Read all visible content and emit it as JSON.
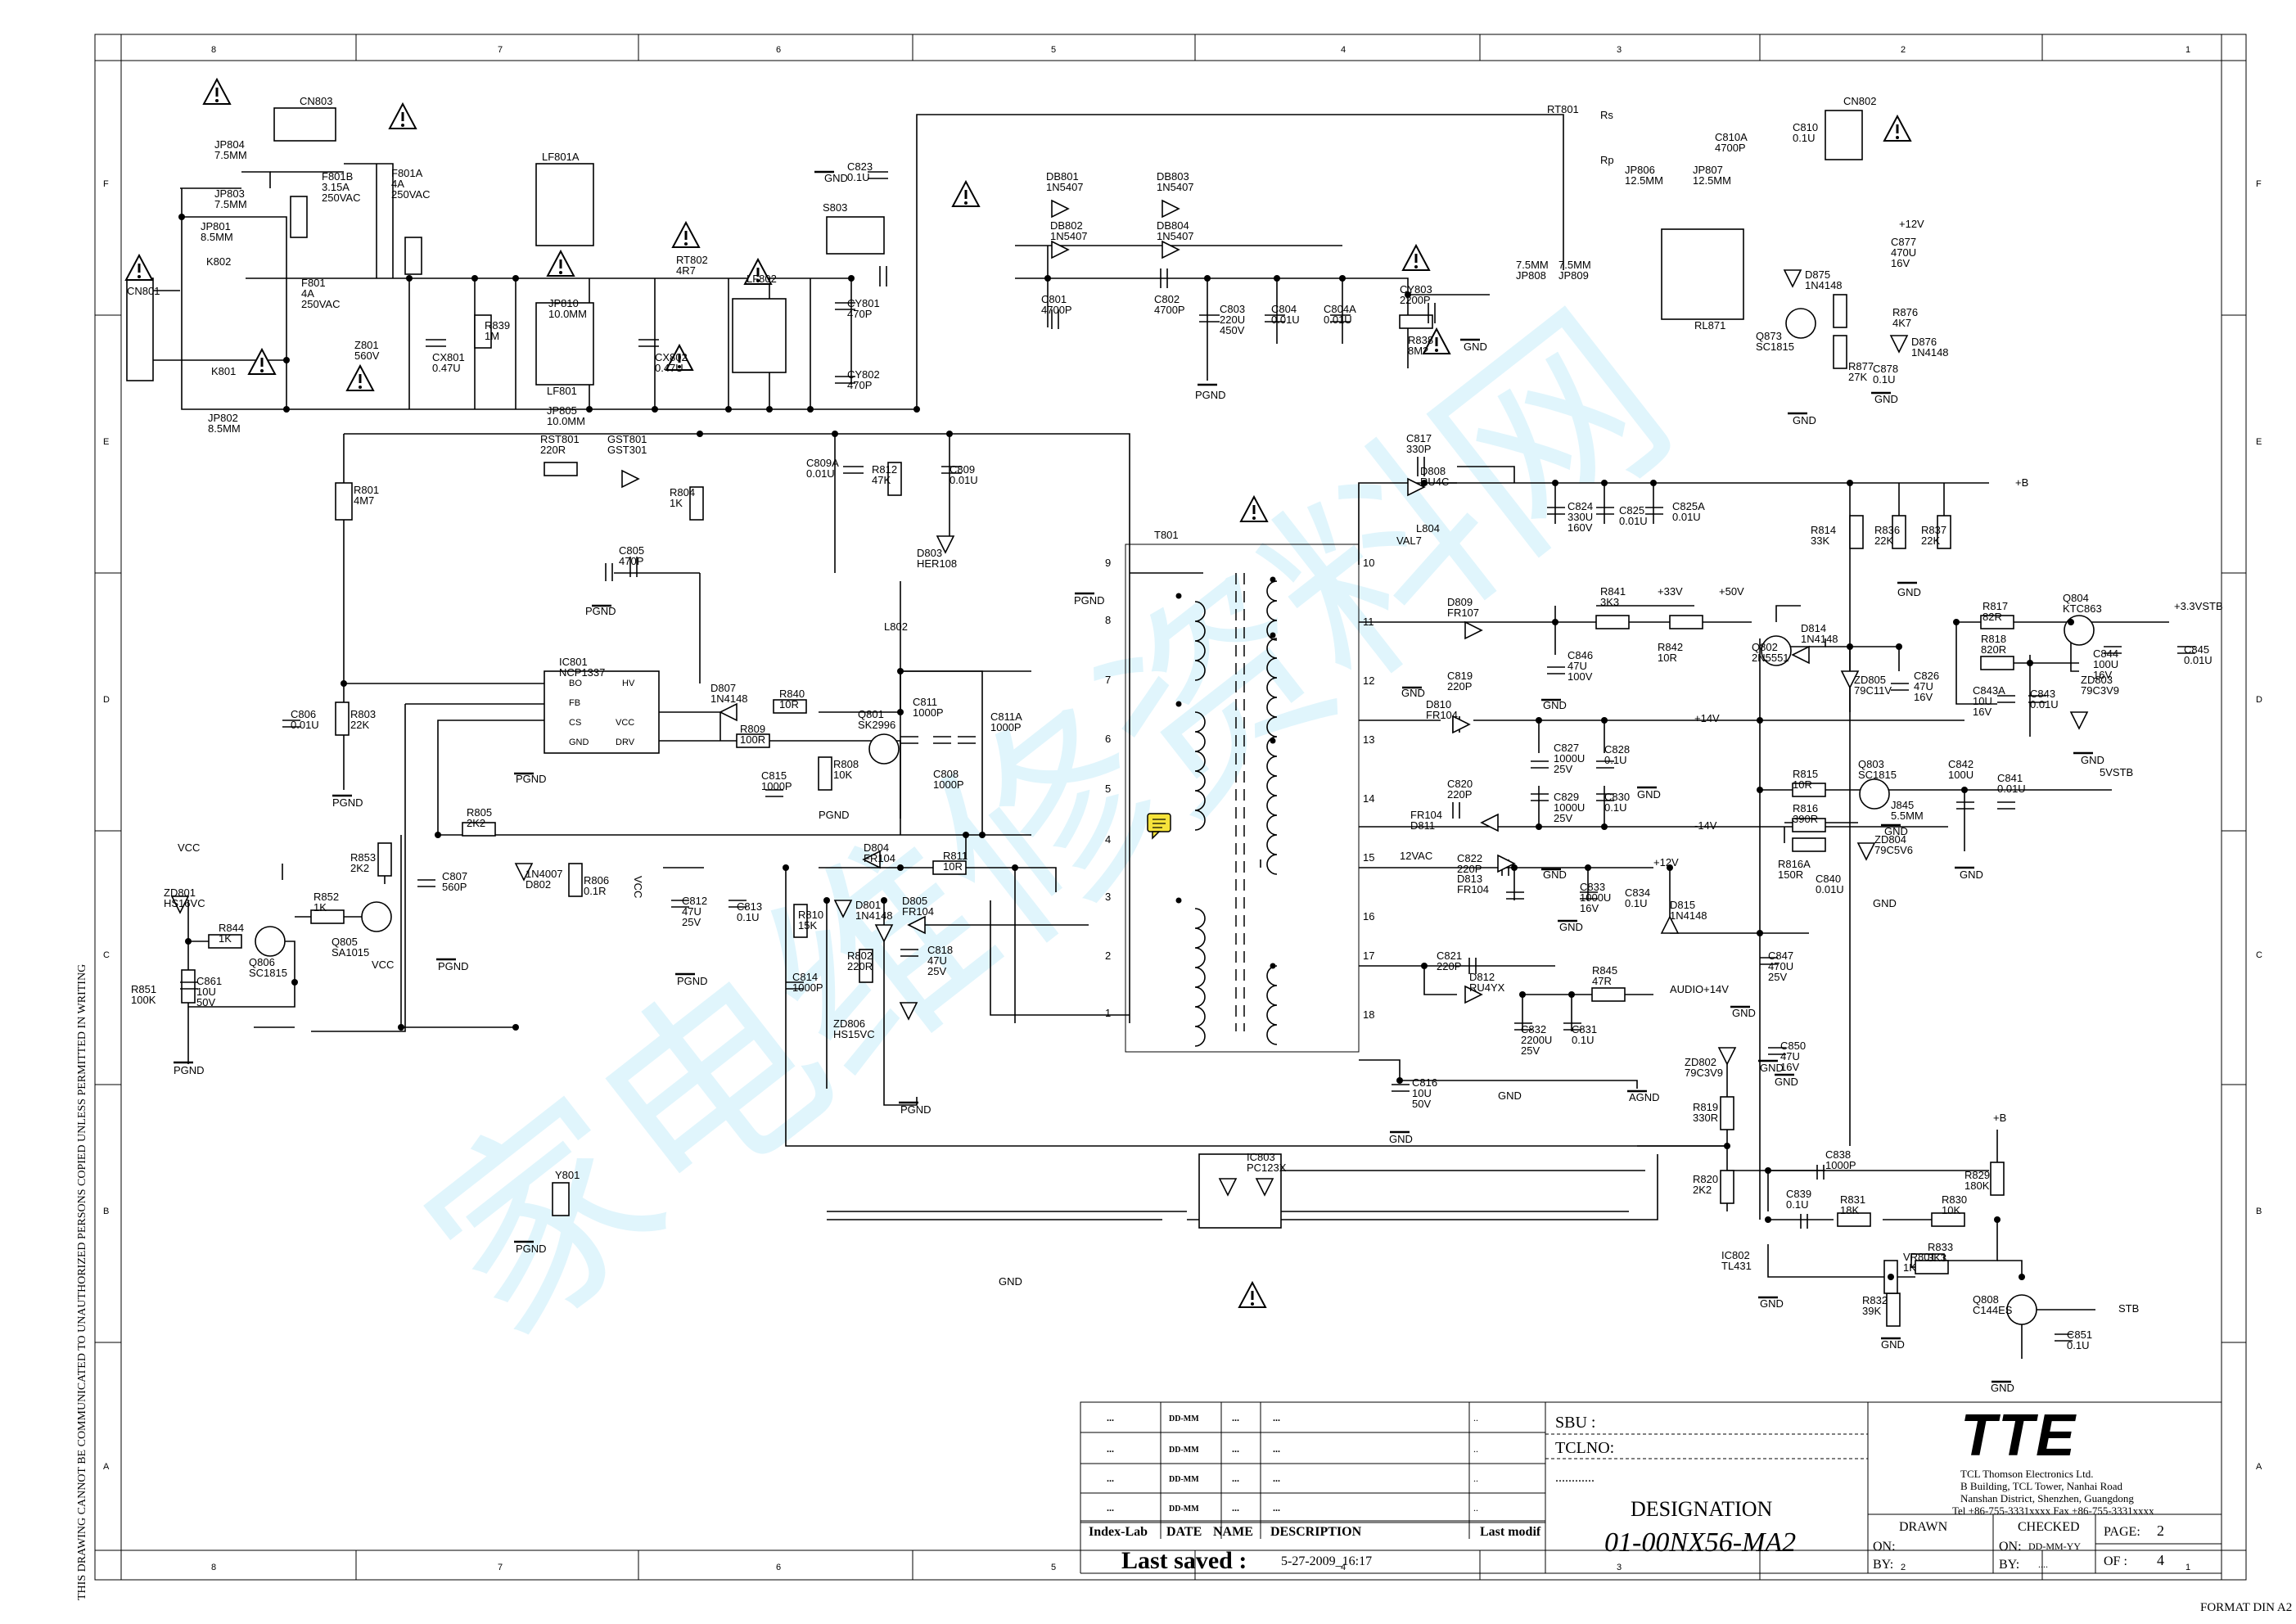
{
  "border": {
    "columns": [
      "8",
      "7",
      "6",
      "5",
      "4",
      "3",
      "2",
      "1"
    ],
    "rows": [
      "F",
      "E",
      "D",
      "C",
      "B",
      "A"
    ],
    "side_note": "THIS DRAWING CANNOT BE COMMUNICATED TO UNAUTHORIZED PERSONS COPIED UNLESS PERMITTED IN WRITING",
    "format": "FORMAT DIN A2"
  },
  "watermark": "家电维修资料网",
  "transformer": {
    "ref": "T801",
    "primary_pins": [
      "9",
      "8",
      "7",
      "6",
      "5",
      "4",
      "3",
      "2",
      "1"
    ],
    "secondary_pins": [
      "10",
      "11",
      "12",
      "13",
      "14",
      "15",
      "16",
      "17",
      "18"
    ]
  },
  "parts": {
    "cn803": "CN803",
    "cn801": "CN801",
    "cn802": "CN802",
    "jp804": [
      "JP804",
      "7.5MM"
    ],
    "jp803": [
      "JP803",
      "7.5MM"
    ],
    "jp801": [
      "JP801",
      "8.5MM"
    ],
    "jp802": [
      "JP802",
      "8.5MM"
    ],
    "k802": "K802",
    "k801": "K801",
    "f801b": [
      "F801B",
      "3.15A",
      "250VAC"
    ],
    "f801a": [
      "F801A",
      "4A",
      "250VAC"
    ],
    "f801": [
      "F801",
      "4A",
      "250VAC"
    ],
    "z801": [
      "Z801",
      "560V"
    ],
    "cx801": [
      "CX801",
      "0.47U"
    ],
    "r839": [
      "R839",
      "1M"
    ],
    "lf801a": "LF801A",
    "jp810": [
      "JP810",
      "10.0MM"
    ],
    "lf801": "LF801",
    "jp805": [
      "JP805",
      "10.0MM"
    ],
    "rt802": [
      "RT802",
      "4R7"
    ],
    "cx802": [
      "CX802",
      "0.47U"
    ],
    "lf802": "LF802",
    "c823": [
      "C823",
      "0.1U"
    ],
    "s803": "S803",
    "cy801": [
      "CY801",
      "470P"
    ],
    "cy802": [
      "CY802",
      "470P"
    ],
    "db801": [
      "DB801",
      "1N5407"
    ],
    "db802": [
      "DB802",
      "1N5407"
    ],
    "db803": [
      "DB803",
      "1N5407"
    ],
    "db804": [
      "DB804",
      "1N5407"
    ],
    "c801": [
      "C801",
      "4700P"
    ],
    "c802": [
      "C802",
      "4700P"
    ],
    "c803": [
      "C803",
      "220U",
      "450V"
    ],
    "c804": [
      "C804",
      "0.01U"
    ],
    "c804a": [
      "C804A",
      "0.01U"
    ],
    "cy803": [
      "CY803",
      "2200P"
    ],
    "r838": [
      "R838",
      "8M2"
    ],
    "rt801": "RT801",
    "rs": "Rs",
    "rp": "Rp",
    "jp806": [
      "JP806",
      "12.5MM"
    ],
    "jp807": [
      "JP807",
      "12.5MM"
    ],
    "c810a": [
      "C810A",
      "4700P"
    ],
    "c810": [
      "C810",
      "0.1U"
    ],
    "jp808": [
      "7.5MM",
      "JP808"
    ],
    "jp809": [
      "7.5MM",
      "JP809"
    ],
    "rl871": "RL871",
    "d875": [
      "D875",
      "1N4148"
    ],
    "c877": [
      "C877",
      "470U",
      "16V"
    ],
    "r876": [
      "R876",
      "4K7"
    ],
    "d876": [
      "D876",
      "1N4148"
    ],
    "q873": [
      "Q873",
      "SC1815"
    ],
    "r877": [
      "R877",
      "27K"
    ],
    "c878": [
      "C878",
      "0.1U"
    ],
    "rst801": [
      "RST801",
      "220R"
    ],
    "gst801": [
      "GST801",
      "GST301"
    ],
    "r801": [
      "R801",
      "4M7"
    ],
    "r804": [
      "R804",
      "1K"
    ],
    "c805": [
      "C805",
      "470P"
    ],
    "c809a": [
      "C809A",
      "0.01U"
    ],
    "r812": [
      "R812",
      "47K"
    ],
    "c809": [
      "C809",
      "0.01U"
    ],
    "d803": [
      "D803",
      "HER108"
    ],
    "l802": "L802",
    "c817": [
      "C817",
      "330P"
    ],
    "d808": [
      "D808",
      "RU4C"
    ],
    "l804": "L804",
    "val7": "VAL7",
    "c824": [
      "C824",
      "330U",
      "160V"
    ],
    "c825": [
      "C825",
      "0.01U"
    ],
    "c825a": [
      "C825A",
      "0.01U"
    ],
    "r814": [
      "R814",
      "33K"
    ],
    "r836": [
      "R836",
      "22K"
    ],
    "r837": [
      "R837",
      "22K"
    ],
    "ic801": [
      "IC801",
      "NCP1337"
    ],
    "ic801_pins": [
      "BO",
      "FB",
      "CS",
      "GND",
      "HV",
      "VCC",
      "DRV"
    ],
    "d807": [
      "D807",
      "1N4148"
    ],
    "r840": [
      "R840",
      "10R"
    ],
    "r809": [
      "R809",
      "100R"
    ],
    "q801": [
      "Q801",
      "SK2996"
    ],
    "c811": [
      "C811",
      "1000P"
    ],
    "c808": [
      "C808",
      "1000P"
    ],
    "c811a": [
      "C811A",
      "1000P"
    ],
    "c815": [
      "C815",
      "1000P"
    ],
    "r808": [
      "R808",
      "10K"
    ],
    "c806": [
      "C806",
      "0.01U"
    ],
    "r803": [
      "R803",
      "22K"
    ],
    "d809": [
      "D809",
      "FR107"
    ],
    "r841": [
      "R841",
      "3K3"
    ],
    "r842": [
      "R842",
      "10R"
    ],
    "q802": [
      "Q802",
      "2N5551"
    ],
    "c846": [
      "C846",
      "47U",
      "100V"
    ],
    "d814": [
      "D814",
      "1N4148"
    ],
    "zd805": [
      "ZD805",
      "79C11V"
    ],
    "c826": [
      "C826",
      "47U",
      "16V"
    ],
    "r817": [
      "R817",
      "82R"
    ],
    "q804": [
      "Q804",
      "KTC863"
    ],
    "r818": [
      "R818",
      "820R"
    ],
    "c844": [
      "C844",
      "100U",
      "16V"
    ],
    "c845": [
      "C845",
      "0.01U"
    ],
    "c843a": [
      "C843A",
      "10U",
      "16V"
    ],
    "c843": [
      "C843",
      "0.01U"
    ],
    "zd803": [
      "ZD803",
      "79C3V9"
    ],
    "c819": [
      "C819",
      "220P"
    ],
    "d810": [
      "D810",
      "FR104"
    ],
    "c827": [
      "C827",
      "1000U",
      "25V"
    ],
    "c828": [
      "C828",
      "0.1U"
    ],
    "c820": [
      "C820",
      "220P"
    ],
    "d811": [
      "FR104",
      "D811"
    ],
    "c829": [
      "C829",
      "1000U",
      "25V"
    ],
    "c830": [
      "C830",
      "0.1U"
    ],
    "r815": [
      "R815",
      "10R"
    ],
    "q803": [
      "Q803",
      "SC1815"
    ],
    "c842": [
      "C842",
      "100U"
    ],
    "c841": [
      "C841",
      "0.01U"
    ],
    "r816": [
      "R816",
      "390R"
    ],
    "r816a": [
      "R816A",
      "150R"
    ],
    "c840": [
      "C840",
      "0.01U"
    ],
    "j845": [
      "J845",
      "5.5MM"
    ],
    "zd804": [
      "ZD804",
      "79C5V6"
    ],
    "c822": [
      "C822",
      "220P"
    ],
    "d813": [
      "D813",
      "FR104"
    ],
    "c833": [
      "C833",
      "1000U",
      "16V"
    ],
    "c834": [
      "C834",
      "0.1U"
    ],
    "d815": [
      "D815",
      "1N4148"
    ],
    "c847": [
      "C847",
      "470U",
      "25V"
    ],
    "c821": [
      "C821",
      "220P"
    ],
    "d812": [
      "D812",
      "RU4YX"
    ],
    "r845": [
      "R845",
      "47R"
    ],
    "c832": [
      "C832",
      "2200U",
      "25V"
    ],
    "c831": [
      "C831",
      "0.1U"
    ],
    "c850": [
      "C850",
      "47U",
      "16V"
    ],
    "zd802": [
      "ZD802",
      "79C3V9"
    ],
    "c816": [
      "C816",
      "10U",
      "50V"
    ],
    "r819": [
      "R819",
      "330R"
    ],
    "r805": [
      "R805",
      "2K2"
    ],
    "c807": [
      "C807",
      "560P"
    ],
    "d802": [
      "1N4007",
      "D802"
    ],
    "r806": [
      "R806",
      "0.1R"
    ],
    "d804": [
      "D804",
      "FR104"
    ],
    "r811": [
      "R811",
      "10R"
    ],
    "c812": [
      "C812",
      "47U",
      "25V"
    ],
    "c813": [
      "C813",
      "0.1U"
    ],
    "r810": [
      "R810",
      "15K"
    ],
    "d801": [
      "D801",
      "1N4148"
    ],
    "d805": [
      "D805",
      "FR104"
    ],
    "r802": [
      "R802",
      "220R"
    ],
    "c818": [
      "C818",
      "47U",
      "25V"
    ],
    "c814": [
      "C814",
      "1000P"
    ],
    "zd806": [
      "ZD806",
      "HS15VC"
    ],
    "zd801": [
      "ZD801",
      "HS16VC"
    ],
    "r844": [
      "R844",
      "1K"
    ],
    "q806": [
      "Q806",
      "SC1815"
    ],
    "r852": [
      "R852",
      "1K"
    ],
    "q805": [
      "Q805",
      "SA1015"
    ],
    "r853": [
      "R853",
      "2K2"
    ],
    "r851": [
      "R851",
      "100K"
    ],
    "c861": [
      "C861",
      "10U",
      "50V"
    ],
    "y801": "Y801",
    "ic803": [
      "IC803",
      "PC123X"
    ],
    "r820": [
      "R820",
      "2K2"
    ],
    "c838": [
      "C838",
      "1000P"
    ],
    "r829": [
      "R829",
      "180K"
    ],
    "c839": [
      "C839",
      "0.1U"
    ],
    "r831": [
      "R831",
      "18K"
    ],
    "r830": [
      "R830",
      "10K"
    ],
    "ic802": [
      "IC802",
      "TL431"
    ],
    "vr801": [
      "VR801",
      "1K"
    ],
    "r833": [
      "R833",
      "3K3"
    ],
    "r832": [
      "R832",
      "39K"
    ],
    "q808": [
      "Q808",
      "C144ES"
    ],
    "c851": [
      "C851",
      "0.1U"
    ]
  },
  "nets": {
    "gnd": "GND",
    "pgnd": "PGND",
    "agnd": "AGND",
    "vcc": "VCC",
    "p12v_top": "+12V",
    "pb": "+B",
    "p33": "+33V",
    "p50": "+50V",
    "p33stb": "+3.3VSTB",
    "p14": "+14V",
    "m14": "-14V",
    "p12": "+12V",
    "vstb5": "5VSTB",
    "audio": "AUDIO+14V",
    "vac12": "12VAC",
    "stb": "STB"
  },
  "title_block": {
    "rev_rows": [
      {
        "index": "...",
        "date": "DD-MM",
        "name": "...",
        "desc": "...",
        "mod": ".."
      },
      {
        "index": "...",
        "date": "DD-MM",
        "name": "...",
        "desc": "...",
        "mod": ".."
      },
      {
        "index": "...",
        "date": "DD-MM",
        "name": "...",
        "desc": "...",
        "mod": ".."
      },
      {
        "index": "...",
        "date": "DD-MM",
        "name": "...",
        "desc": "...",
        "mod": ".."
      }
    ],
    "headers": [
      "Index-Lab",
      "DATE",
      "NAME",
      "DESCRIPTION",
      "Last modif"
    ],
    "last_saved_label": "Last saved :",
    "last_saved_value": "5-27-2009_16:17",
    "sbu": "SBU :",
    "tclno": "TCLNO:",
    "tclno_dots": "............",
    "designation_label": "DESIGNATION",
    "designation_value": "01-00NX56-MA2",
    "logo": "TTE",
    "company": [
      "TCL Thomson Electronics Ltd.",
      "B Building, TCL Tower, Nanhai Road",
      "Nanshan District, Shenzhen, Guangdong",
      "Tel +86-755-3331xxxx    Fax +86-755-3331xxxx"
    ],
    "drawn": "DRAWN",
    "checked": "CHECKED",
    "on": "ON:",
    "by": "BY:",
    "checked_on": "DD-MM-YY",
    "checked_by": "....",
    "page_label": "PAGE:",
    "page_value": "2",
    "of_label": "OF  :",
    "of_value": "4"
  }
}
